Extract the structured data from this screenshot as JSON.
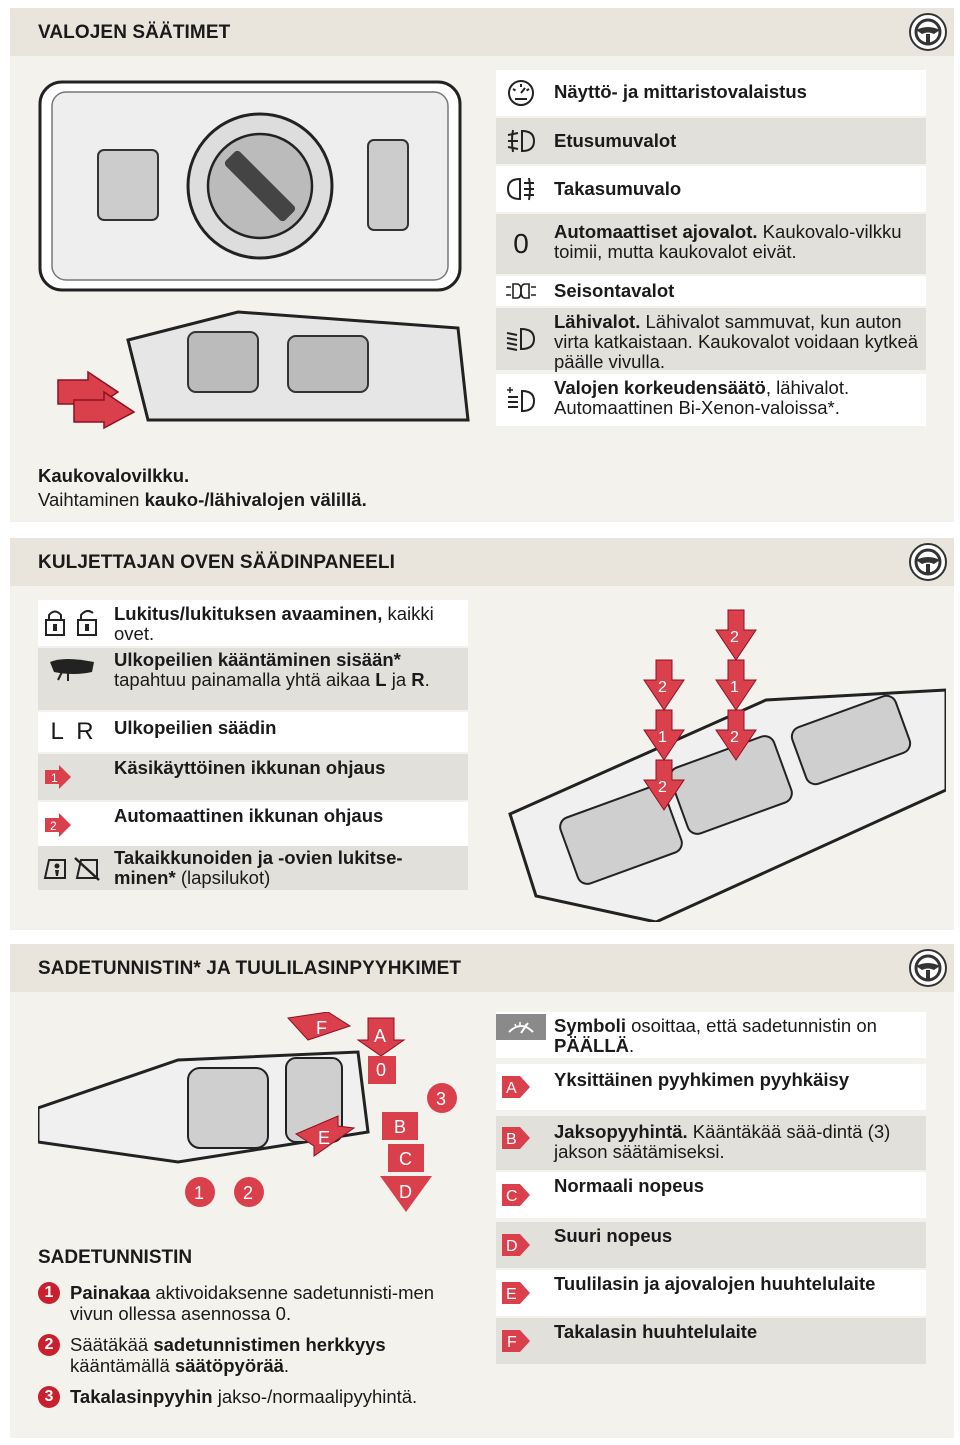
{
  "sections": {
    "lights": {
      "title": "VALOJEN SÄÄTIMET",
      "rows": [
        {
          "icon": "dashboard-light-icon",
          "bold": "Näyttö- ja mittaristovalaistus",
          "text": ""
        },
        {
          "icon": "front-fog-icon",
          "bold": "Etusumuvalot",
          "text": ""
        },
        {
          "icon": "rear-fog-icon",
          "bold": "Takasumuvalo",
          "text": ""
        },
        {
          "icon": "zero-symbol",
          "symbol": "0",
          "bold": "Automaattiset ajovalot.",
          "text": " Kaukovalo-vilkku toimii, mutta kaukovalot eivät."
        },
        {
          "icon": "parking-light-icon",
          "bold": "Seisontavalot",
          "text": ""
        },
        {
          "icon": "low-beam-icon",
          "bold": "Lähivalot.",
          "text": " Lähivalot sammuvat, kun auton virta katkaistaan. Kaukovalot voidaan kytkeä päälle vivulla."
        },
        {
          "icon": "beam-level-icon",
          "bold": "Valojen korkeudensäätö",
          "text": ", lähivalot. Automaattinen Bi-Xenon-valoissa*."
        }
      ],
      "caption_bold": "Kaukovalovilkku.",
      "caption_line2_pre": "Vaihtaminen ",
      "caption_line2_bold": "kauko-/lähivalojen välillä."
    },
    "door": {
      "title": "KULJETTAJAN OVEN SÄÄDINPANEELI",
      "rows": [
        {
          "icon": "lock-icons",
          "bold": "Lukitus/lukituksen avaaminen,",
          "text": " kaikki ovet."
        },
        {
          "icon": "mirror-fold-icon",
          "bold": "Ulkopeilien kääntäminen sisään*",
          "text": " tapahtuu painamalla yhtä aikaa ",
          "bold2": "L",
          "text2": " ja ",
          "bold3": "R",
          "text3": "."
        },
        {
          "icon": "lr-symbols",
          "symbol": "L  R",
          "bold": "Ulkopeilien säädin",
          "text": ""
        },
        {
          "icon": "arrow-1-icon",
          "bold": "Käsikäyttöinen ikkunan ohjaus",
          "text": ""
        },
        {
          "icon": "arrow-2-icon",
          "bold": "Automaattinen ikkunan ohjaus",
          "text": ""
        },
        {
          "icon": "child-lock-icons",
          "bold": "Takaikkunoiden ja -ovien lukitse-minen*",
          "text": " (lapsilukot)"
        }
      ],
      "switch_labels": [
        "2",
        "1",
        "2",
        "2",
        "1",
        "2"
      ]
    },
    "rain": {
      "title": "SADETUNNISTIN* JA TUULILASINPYYHKIMET",
      "rows": [
        {
          "icon": "rain-sensor-icon",
          "bold": "Symboli",
          "text": " osoittaa, että sadetunnistin on ",
          "bold2": "PÄÄLLÄ",
          "text2": "."
        },
        {
          "icon": "letter-a",
          "letter": "A",
          "bold": "Yksittäinen pyyhkimen pyyhkäisy",
          "text": ""
        },
        {
          "icon": "letter-b",
          "letter": "B",
          "bold": "Jaksopyyhintä.",
          "text": " Kääntäkää sää-dintä (3) jakson säätämiseksi."
        },
        {
          "icon": "letter-c",
          "letter": "C",
          "bold": "Normaali nopeus",
          "text": ""
        },
        {
          "icon": "letter-d",
          "letter": "D",
          "bold": "Suuri nopeus",
          "text": ""
        },
        {
          "icon": "letter-e",
          "letter": "E",
          "bold": "Tuulilasin ja ajovalojen huuhtelulaite",
          "text": ""
        },
        {
          "icon": "letter-f",
          "letter": "F",
          "bold": "Takalasin huuhtelulaite",
          "text": ""
        }
      ],
      "stalk_labels": {
        "f": "F",
        "a": "A",
        "zero": "0",
        "three": "3",
        "b": "B",
        "c": "C",
        "d": "D",
        "e": "E",
        "one": "1",
        "two": "2"
      },
      "subtitle": "SADETUNNISTIN",
      "items": [
        {
          "num": "1",
          "bold": "Painakaa",
          "text": " aktivoidaksenne sadetunnisti-men vivun ollessa asennossa 0."
        },
        {
          "num": "2",
          "pre": "Säätäkää ",
          "bold": "sadetunnistimen herkkyys",
          "text": " kääntämällä ",
          "bold2": "säätöpyörää",
          "text2": "."
        },
        {
          "num": "3",
          "bold": "Takalasinpyyhin",
          "text": " jakso-/normaalipyyhintä."
        }
      ]
    }
  },
  "colors": {
    "accent": "#c8202f",
    "header": "#e9e5dc",
    "panel": "#f4f2ed",
    "shade": "#e2e0db"
  }
}
